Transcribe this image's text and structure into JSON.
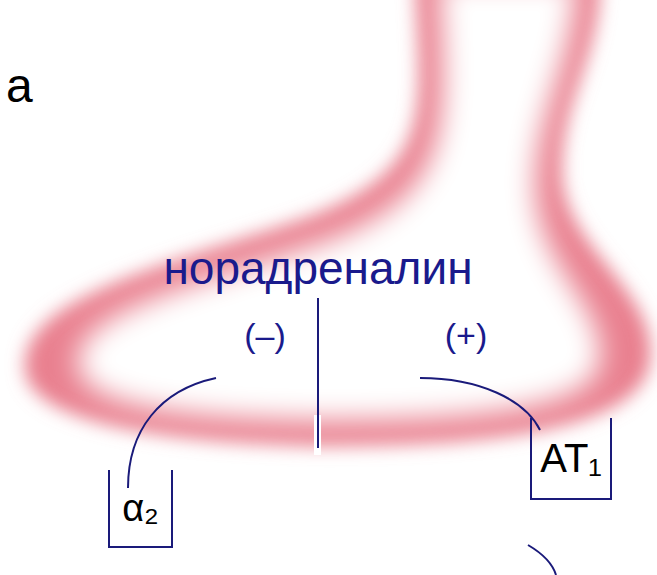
{
  "diagram": {
    "nodes": [
      {
        "text": [
          "α₂"
        ]
      },
      {
        "text": [
          "AT₁"
        ]
      }
    ],
    "labels": [
      "а",
      "норадреналин",
      "(–)",
      "(+)"
    ]
  }
}
